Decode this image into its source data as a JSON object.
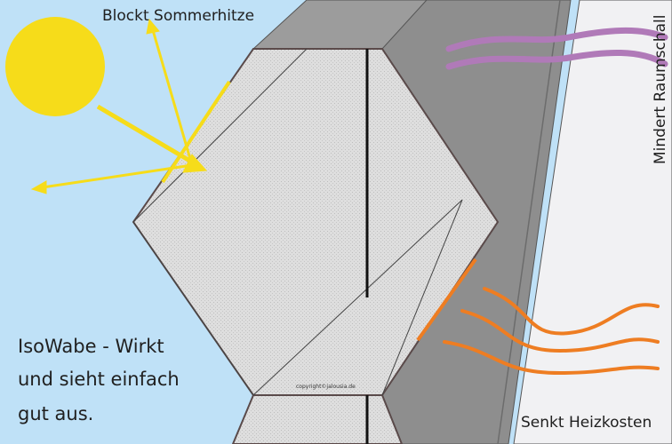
{
  "labels": {
    "summer_heat": "Blockt Sommerhitze",
    "room_noise": "Mindert Raumschall",
    "heating_costs": "Senkt Heizkosten",
    "copyright": "copyright©jalousia.de"
  },
  "headline": {
    "line1": "IsoWabe - Wirkt",
    "line2": "und sieht einfach",
    "line3": "gut aus."
  },
  "colors": {
    "sky": "#bfe1f7",
    "sun": "#f6dc1a",
    "arrow_sun": "#f6dc1a",
    "sound_waves": "#b07ab8",
    "heat_waves": "#ee7d22",
    "wall": "#f1f1f3",
    "frame": "#8d8d8d",
    "frame_top": "#9e9e9e",
    "honeycomb": "#dcdcdc"
  },
  "icons": {
    "sun": "sun-icon",
    "sound": "sound-wave-icon",
    "heat": "heat-wave-icon"
  }
}
